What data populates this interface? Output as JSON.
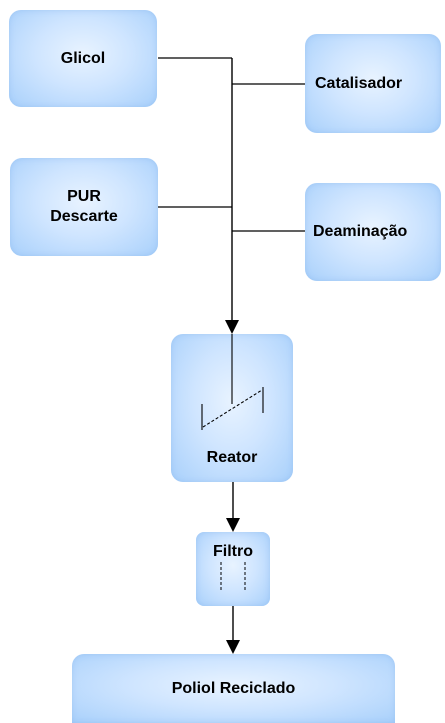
{
  "nodes": {
    "glicol": "Glicol",
    "catalisador": "Catalisador",
    "pur_descarte": "PUR\nDescarte",
    "deaminacao": "Deaminação",
    "reator": "Reator",
    "filtro": "Filtro",
    "poliol_reciclado": "Poliol Reciclado"
  },
  "colors": {
    "box_fill": "#cfe5ff",
    "line": "#000000"
  }
}
